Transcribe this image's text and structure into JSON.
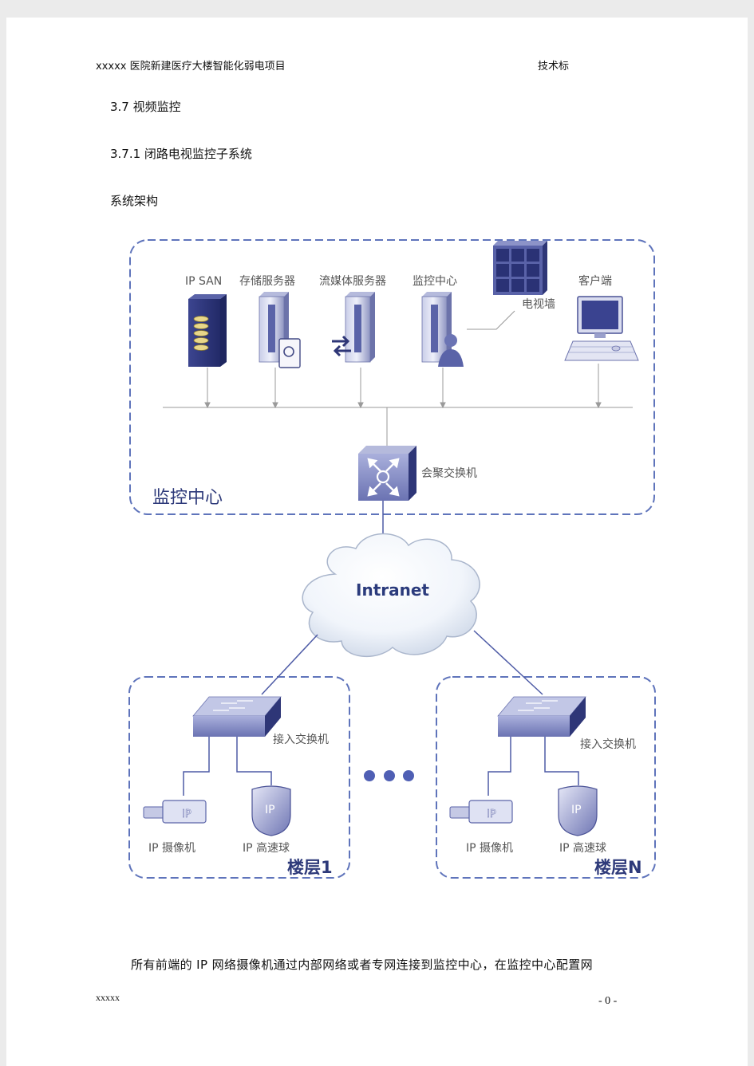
{
  "header": {
    "left": "xxxxx 医院新建医疗大楼智能化弱电项目",
    "right": "技术标"
  },
  "headings": {
    "section": "3.7 视频监控",
    "subsection": "3.7.1 闭路电视监控子系统",
    "arch": "系统架构"
  },
  "diagram": {
    "center": {
      "region_label": "监控中心",
      "devices": {
        "ipsan": "IP SAN",
        "storage": "存储服务器",
        "media": "流媒体服务器",
        "monitor": "监控中心",
        "client": "客户端",
        "tvwall": "电视墙"
      },
      "switch_label": "会聚交换机"
    },
    "cloud_label": "Intranet",
    "floor1": {
      "region_label": "楼层1",
      "switch_label": "接入交换机",
      "camera_label": "IP 摄像机",
      "dome_label": "IP 高速球"
    },
    "floorN": {
      "region_label": "楼层N",
      "switch_label": "接入交换机",
      "camera_label": "IP 摄像机",
      "dome_label": "IP 高速球"
    },
    "ip_badge": "IP"
  },
  "paragraph": "所有前端的 IP 网络摄像机通过内部网络或者专网连接到监控中心，在监控中心配置网",
  "footer": {
    "left": "xxxxx",
    "page": "- 0 -"
  }
}
